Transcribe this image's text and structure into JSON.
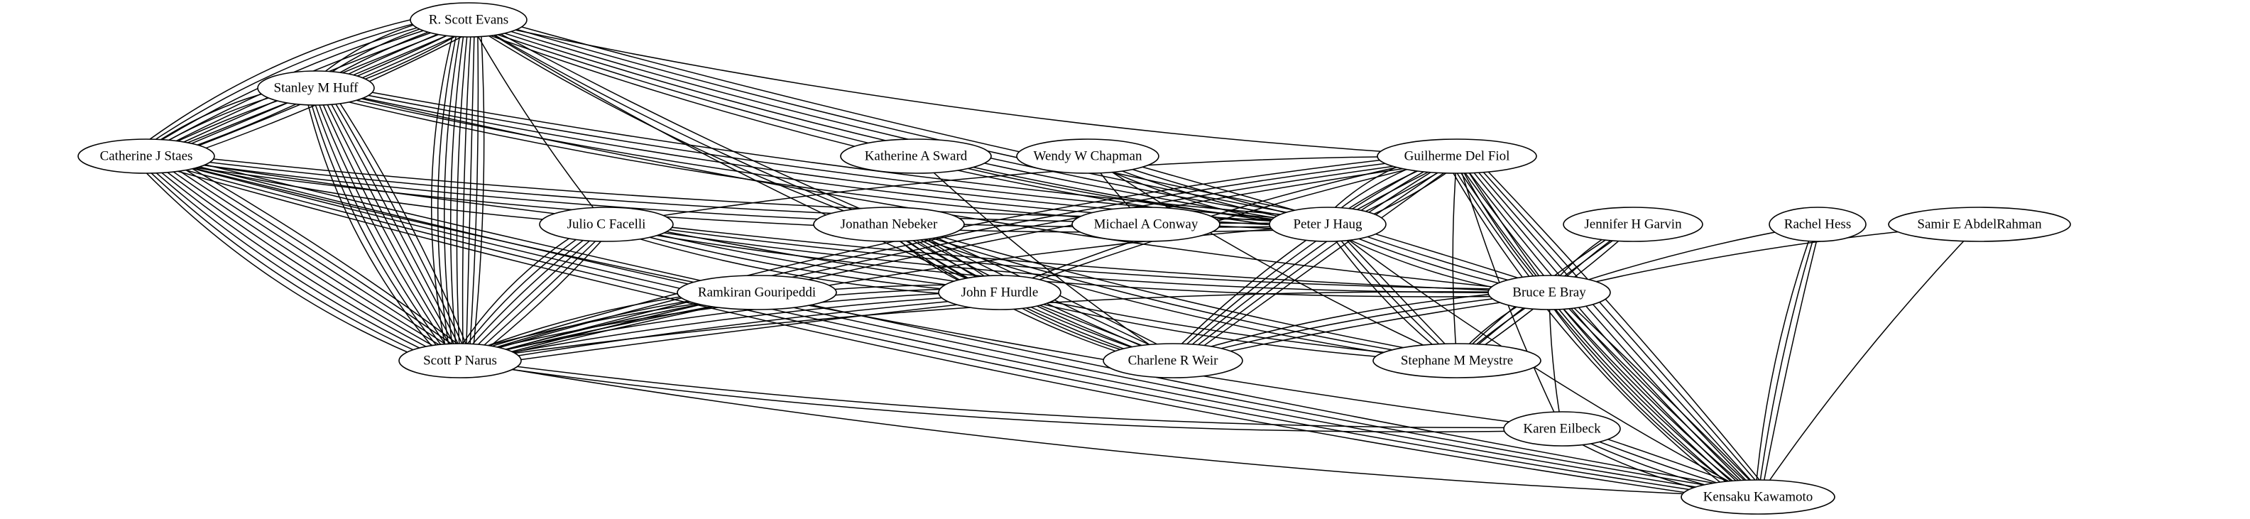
{
  "graph": {
    "type": "coauthorship-network",
    "nodes": [
      {
        "id": "evans",
        "label": "R. Scott Evans"
      },
      {
        "id": "huff",
        "label": "Stanley M Huff"
      },
      {
        "id": "staes",
        "label": "Catherine J Staes"
      },
      {
        "id": "sward",
        "label": "Katherine A Sward"
      },
      {
        "id": "chapman",
        "label": "Wendy W Chapman"
      },
      {
        "id": "delfiol",
        "label": "Guilherme Del Fiol"
      },
      {
        "id": "facelli",
        "label": "Julio C Facelli"
      },
      {
        "id": "nebeker",
        "label": "Jonathan Nebeker"
      },
      {
        "id": "conway",
        "label": "Michael A Conway"
      },
      {
        "id": "haug",
        "label": "Peter J Haug"
      },
      {
        "id": "garvin",
        "label": "Jennifer H Garvin"
      },
      {
        "id": "hess",
        "label": "Rachel Hess"
      },
      {
        "id": "abdelrahman",
        "label": "Samir E AbdelRahman"
      },
      {
        "id": "gouripeddi",
        "label": "Ramkiran Gouripeddi"
      },
      {
        "id": "hurdle",
        "label": "John F Hurdle"
      },
      {
        "id": "bray",
        "label": "Bruce E Bray"
      },
      {
        "id": "narus",
        "label": "Scott P Narus"
      },
      {
        "id": "weir",
        "label": "Charlene R Weir"
      },
      {
        "id": "meystre",
        "label": "Stephane M Meystre"
      },
      {
        "id": "eilbeck",
        "label": "Karen Eilbeck"
      },
      {
        "id": "kawamoto",
        "label": "Kensaku Kawamoto"
      }
    ],
    "edges": [
      {
        "source": "evans",
        "target": "narus",
        "count": 9
      },
      {
        "source": "evans",
        "target": "staes",
        "count": 9
      },
      {
        "source": "evans",
        "target": "huff",
        "count": 6
      },
      {
        "source": "evans",
        "target": "haug",
        "count": 6
      },
      {
        "source": "evans",
        "target": "nebeker",
        "count": 3
      },
      {
        "source": "evans",
        "target": "delfiol",
        "count": 1
      },
      {
        "source": "evans",
        "target": "facelli",
        "count": 1
      },
      {
        "source": "evans",
        "target": "hurdle",
        "count": 1
      },
      {
        "source": "huff",
        "target": "narus",
        "count": 9
      },
      {
        "source": "huff",
        "target": "staes",
        "count": 5
      },
      {
        "source": "huff",
        "target": "haug",
        "count": 5
      },
      {
        "source": "huff",
        "target": "bray",
        "count": 1
      },
      {
        "source": "staes",
        "target": "narus",
        "count": 9
      },
      {
        "source": "staes",
        "target": "kawamoto",
        "count": 5
      },
      {
        "source": "staes",
        "target": "haug",
        "count": 4
      },
      {
        "source": "staes",
        "target": "facelli",
        "count": 1
      },
      {
        "source": "staes",
        "target": "eilbeck",
        "count": 1
      },
      {
        "source": "staes",
        "target": "bray",
        "count": 1
      },
      {
        "source": "sward",
        "target": "haug",
        "count": 1
      },
      {
        "source": "sward",
        "target": "weir",
        "count": 1
      },
      {
        "source": "chapman",
        "target": "haug",
        "count": 4
      },
      {
        "source": "chapman",
        "target": "conway",
        "count": 1
      },
      {
        "source": "chapman",
        "target": "meystre",
        "count": 1
      },
      {
        "source": "delfiol",
        "target": "kawamoto",
        "count": 9
      },
      {
        "source": "delfiol",
        "target": "haug",
        "count": 6
      },
      {
        "source": "delfiol",
        "target": "weir",
        "count": 5
      },
      {
        "source": "delfiol",
        "target": "narus",
        "count": 4
      },
      {
        "source": "delfiol",
        "target": "bray",
        "count": 2
      },
      {
        "source": "delfiol",
        "target": "hurdle",
        "count": 2
      },
      {
        "source": "delfiol",
        "target": "meystre",
        "count": 1
      },
      {
        "source": "delfiol",
        "target": "eilbeck",
        "count": 1
      },
      {
        "source": "delfiol",
        "target": "facelli",
        "count": 1
      },
      {
        "source": "facelli",
        "target": "narus",
        "count": 6
      },
      {
        "source": "facelli",
        "target": "hurdle",
        "count": 4
      },
      {
        "source": "facelli",
        "target": "bray",
        "count": 3
      },
      {
        "source": "nebeker",
        "target": "weir",
        "count": 6
      },
      {
        "source": "nebeker",
        "target": "hurdle",
        "count": 4
      },
      {
        "source": "nebeker",
        "target": "meystre",
        "count": 3
      },
      {
        "source": "haug",
        "target": "bray",
        "count": 4
      },
      {
        "source": "haug",
        "target": "meystre",
        "count": 3
      },
      {
        "source": "haug",
        "target": "narus",
        "count": 1
      },
      {
        "source": "haug",
        "target": "kawamoto",
        "count": 1
      },
      {
        "source": "gouripeddi",
        "target": "narus",
        "count": 4
      },
      {
        "source": "hurdle",
        "target": "narus",
        "count": 6
      },
      {
        "source": "hurdle",
        "target": "weir",
        "count": 3
      },
      {
        "source": "hurdle",
        "target": "meystre",
        "count": 2
      },
      {
        "source": "garvin",
        "target": "bray",
        "count": 3
      },
      {
        "source": "garvin",
        "target": "meystre",
        "count": 2
      },
      {
        "source": "hess",
        "target": "kawamoto",
        "count": 3
      },
      {
        "source": "hess",
        "target": "bray",
        "count": 1
      },
      {
        "source": "abdelrahman",
        "target": "kawamoto",
        "count": 1
      },
      {
        "source": "abdelrahman",
        "target": "bray",
        "count": 1
      },
      {
        "source": "bray",
        "target": "kawamoto",
        "count": 5
      },
      {
        "source": "bray",
        "target": "meystre",
        "count": 3
      },
      {
        "source": "bray",
        "target": "weir",
        "count": 3
      },
      {
        "source": "bray",
        "target": "narus",
        "count": 1
      },
      {
        "source": "bray",
        "target": "eilbeck",
        "count": 1
      },
      {
        "source": "narus",
        "target": "eilbeck",
        "count": 2
      },
      {
        "source": "narus",
        "target": "kawamoto",
        "count": 1
      },
      {
        "source": "eilbeck",
        "target": "kawamoto",
        "count": 4
      }
    ]
  }
}
